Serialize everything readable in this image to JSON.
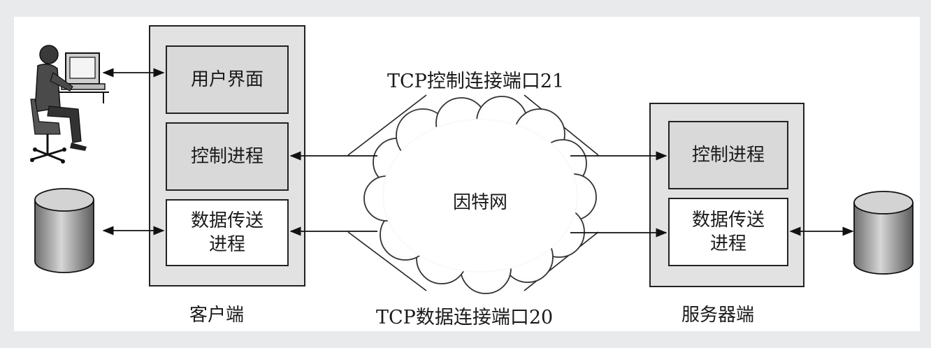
{
  "client": {
    "caption": "客户端",
    "ui_box": "用户界面",
    "control_box": "控制进程",
    "data_box_line1": "数据传送",
    "data_box_line2": "进程"
  },
  "server": {
    "caption": "服务器端",
    "control_box": "控制进程",
    "data_box_line1": "数据传送",
    "data_box_line2": "进程"
  },
  "network": {
    "cloud_label": "因特网",
    "control_conn": "TCP控制连接端口21",
    "data_conn": "TCP数据连接端口20"
  },
  "colors": {
    "frame_fill": "#e0e0e0",
    "box_fill": "#d9d9d9",
    "stroke": "#222222"
  }
}
